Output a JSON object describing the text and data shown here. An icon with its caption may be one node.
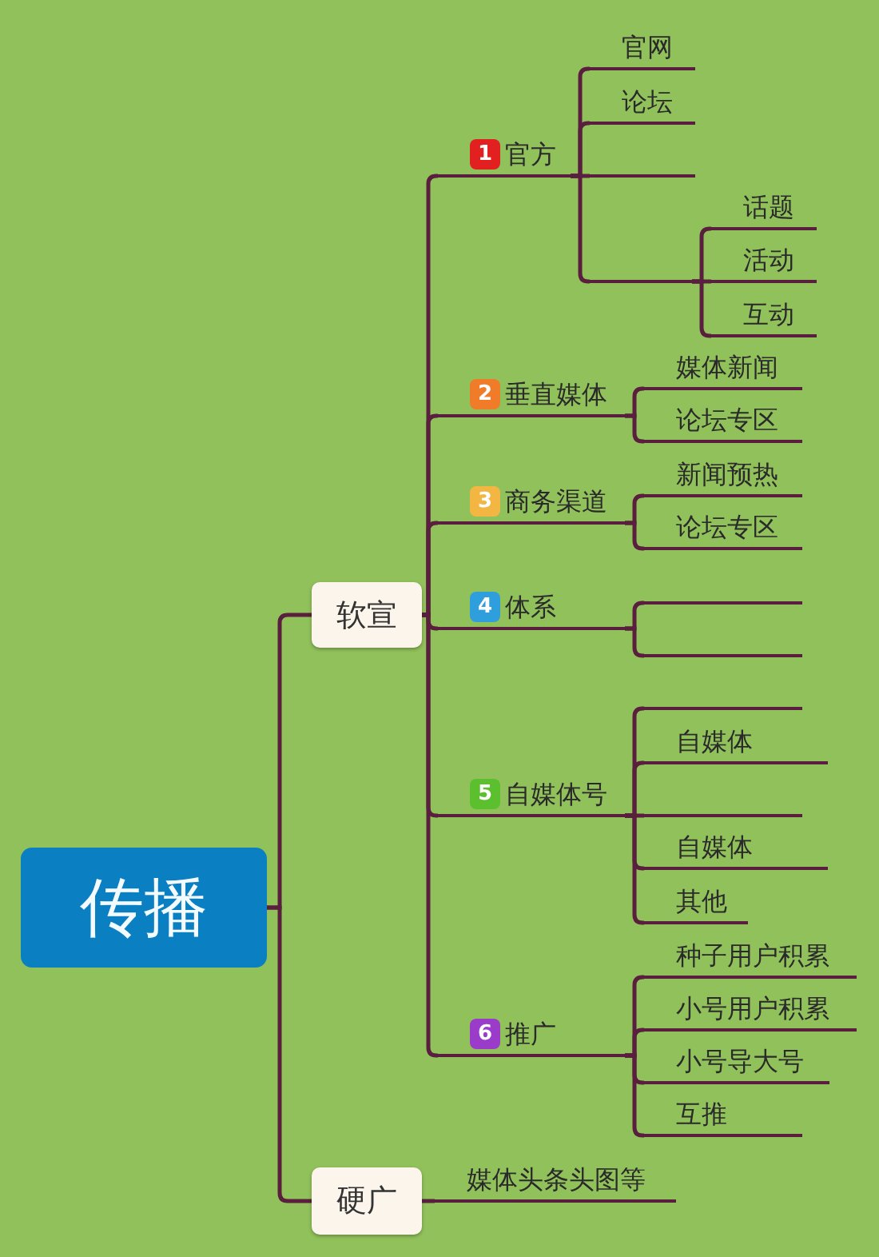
{
  "diagram": {
    "nodes": [
      {
        "text": [
          "传播"
        ]
      },
      {
        "text": [
          "软宣"
        ]
      },
      {
        "text": [
          "1",
          "官方"
        ]
      },
      {
        "text": [
          "官网"
        ]
      },
      {
        "text": [
          "论坛"
        ]
      },
      {
        "text": [],
        "shape": "line"
      },
      {
        "text": [],
        "shape": "line"
      },
      {
        "text": [
          "话题"
        ]
      },
      {
        "text": [
          "活动"
        ]
      },
      {
        "text": [
          "互动"
        ]
      },
      {
        "text": [
          "2",
          "垂直媒体"
        ]
      },
      {
        "text": [
          "媒体新闻"
        ]
      },
      {
        "text": [
          "论坛专区"
        ]
      },
      {
        "text": [
          "3",
          "商务渠道"
        ]
      },
      {
        "text": [
          "新闻预热"
        ]
      },
      {
        "text": [
          "论坛专区"
        ]
      },
      {
        "text": [
          "4",
          "体系"
        ]
      },
      {
        "text": [],
        "shape": "line"
      },
      {
        "text": [],
        "shape": "line"
      },
      {
        "text": [
          "5",
          "自媒体号"
        ]
      },
      {
        "text": [],
        "shape": "line"
      },
      {
        "text": [
          "自媒体"
        ]
      },
      {
        "text": [],
        "shape": "line"
      },
      {
        "text": [
          "自媒体"
        ]
      },
      {
        "text": [
          "其他"
        ]
      },
      {
        "text": [
          "6",
          "推广"
        ]
      },
      {
        "text": [
          "种子用户积累"
        ]
      },
      {
        "text": [
          "小号用户积累"
        ]
      },
      {
        "text": [
          "小号导大号"
        ]
      },
      {
        "text": [
          "互推"
        ]
      },
      {
        "text": [
          "硬广"
        ]
      },
      {
        "text": [
          "媒体头条头图等"
        ]
      }
    ],
    "edges": [
      {
        "from": 0,
        "to": 1,
        "arrow": "none"
      },
      {
        "from": 0,
        "to": 30,
        "arrow": "none"
      },
      {
        "from": 1,
        "to": 2,
        "arrow": "none"
      },
      {
        "from": 1,
        "to": 10,
        "arrow": "none"
      },
      {
        "from": 1,
        "to": 13,
        "arrow": "none"
      },
      {
        "from": 1,
        "to": 16,
        "arrow": "none"
      },
      {
        "from": 1,
        "to": 19,
        "arrow": "none"
      },
      {
        "from": 1,
        "to": 25,
        "arrow": "none"
      },
      {
        "from": 2,
        "to": 3,
        "arrow": "none"
      },
      {
        "from": 2,
        "to": 4,
        "arrow": "none"
      },
      {
        "from": 2,
        "to": 5,
        "arrow": "none"
      },
      {
        "from": 2,
        "to": 6,
        "arrow": "none"
      },
      {
        "from": 6,
        "to": 7,
        "arrow": "none"
      },
      {
        "from": 6,
        "to": 8,
        "arrow": "none"
      },
      {
        "from": 6,
        "to": 9,
        "arrow": "none"
      },
      {
        "from": 10,
        "to": 11,
        "arrow": "none"
      },
      {
        "from": 10,
        "to": 12,
        "arrow": "none"
      },
      {
        "from": 13,
        "to": 14,
        "arrow": "none"
      },
      {
        "from": 13,
        "to": 15,
        "arrow": "none"
      },
      {
        "from": 16,
        "to": 17,
        "arrow": "none"
      },
      {
        "from": 16,
        "to": 18,
        "arrow": "none"
      },
      {
        "from": 19,
        "to": 20,
        "arrow": "none"
      },
      {
        "from": 19,
        "to": 21,
        "arrow": "none"
      },
      {
        "from": 19,
        "to": 22,
        "arrow": "none"
      },
      {
        "from": 19,
        "to": 23,
        "arrow": "none"
      },
      {
        "from": 19,
        "to": 24,
        "arrow": "none"
      },
      {
        "from": 25,
        "to": 26,
        "arrow": "none"
      },
      {
        "from": 25,
        "to": 27,
        "arrow": "none"
      },
      {
        "from": 25,
        "to": 28,
        "arrow": "none"
      },
      {
        "from": 25,
        "to": 29,
        "arrow": "none"
      },
      {
        "from": 30,
        "to": 31,
        "arrow": "none"
      }
    ]
  }
}
